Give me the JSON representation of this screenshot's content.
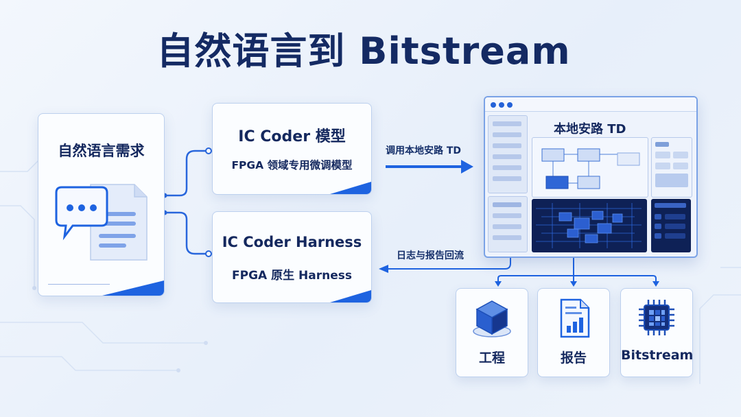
{
  "title": "自然语言到 Bitstream",
  "input_card": {
    "label": "自然语言需求"
  },
  "model_card": {
    "title": "IC Coder 模型",
    "subtitle": "FPGA 领域专用微调模型"
  },
  "harness_card": {
    "title": "IC Coder Harness",
    "subtitle": "FPGA 原生 Harness"
  },
  "arrows": {
    "call_label": "调用本地安路 TD",
    "feedback_label": "日志与报告回流"
  },
  "td_window": {
    "title": "本地安路 TD"
  },
  "outputs": [
    {
      "label": "工程",
      "icon": "project-cube-icon"
    },
    {
      "label": "报告",
      "icon": "report-document-icon"
    },
    {
      "label": "Bitstream",
      "icon": "chip-icon"
    }
  ],
  "colors": {
    "accent": "#1e63e0",
    "title": "#142a63",
    "dark_panel": "#0e2156"
  }
}
